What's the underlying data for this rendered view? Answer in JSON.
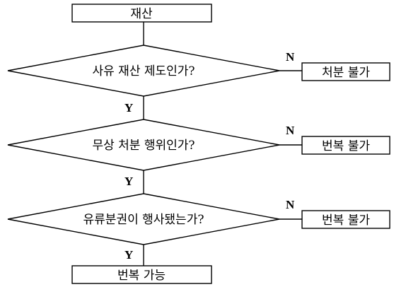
{
  "nodes": {
    "start": "재산",
    "q1": "사유 재산 제도인가?",
    "q2": "무상 처분 행위인가?",
    "q3": "유류분권이 행사됐는가?",
    "r1": "처분 불가",
    "r2": "번복 불가",
    "r3": "번복 불가",
    "end": "번복 가능"
  },
  "edges": {
    "q1_no": "N",
    "q1_yes": "Y",
    "q2_no": "N",
    "q2_yes": "Y",
    "q3_no": "N",
    "q3_yes": "Y"
  }
}
